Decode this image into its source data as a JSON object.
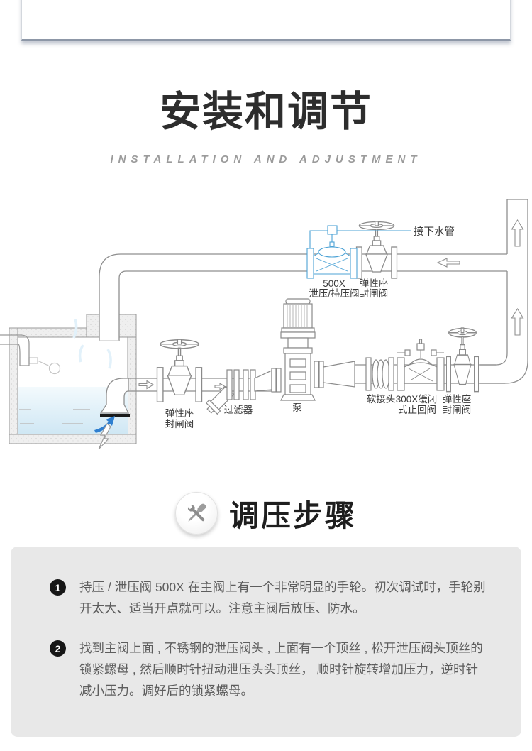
{
  "header": {
    "title": "安装和调节",
    "subtitle": "INSTALLATION AND ADJUSTMENT"
  },
  "diagram": {
    "labels": {
      "connect_drain": "接下水管",
      "valve500x_line1": "500X",
      "valve500x_line2": "泄压/持压阀",
      "gate_top_line1": "弹性座",
      "gate_top_line2": "封闸阀",
      "gate_left_line1": "弹性座",
      "gate_left_line2": "封闸阀",
      "strainer": "过滤器",
      "pump": "泵",
      "soft_joint": "软接头",
      "check_line1": "300X缓闭",
      "check_line2": "式止回阀",
      "gate_right_line1": "弹性座",
      "gate_right_line2": "封闸阀"
    },
    "colors": {
      "line": "#8a8a8a",
      "blue_valve": "#4da3d6",
      "flow_arrow_blue": "#2f7fd0",
      "water": "#d6ebf7"
    }
  },
  "section": {
    "heading": "调压步骤"
  },
  "steps": [
    {
      "num": "1",
      "text": "持压 / 泄压阀 500X 在主阀上有一个非常明显的手轮。初次调试时，手轮别开太大、适当开点就可以。注意主阀后放压、防水。"
    },
    {
      "num": "2",
      "text": "找到主阀上面 , 不锈钢的泄压阀头 , 上面有一个顶丝 , 松开泄压阀头顶丝的锁紧螺母 , 然后顺时针扭动泄压头头顶丝， 顺时针旋转增加压力，逆时针减小压力。调好后的锁紧螺母。"
    }
  ]
}
